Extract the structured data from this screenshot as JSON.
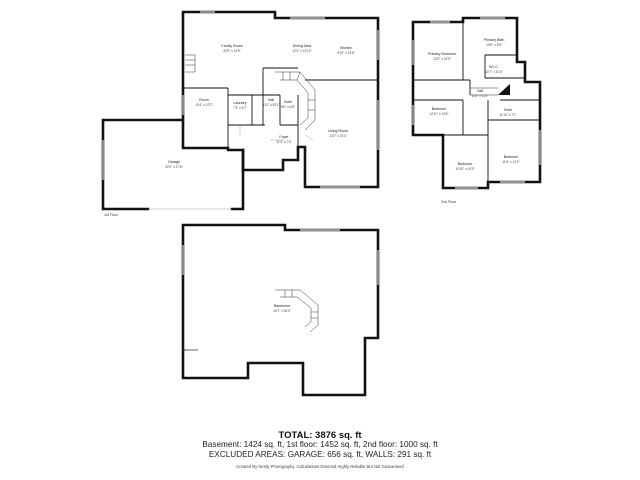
{
  "floors": {
    "first": {
      "label": "1st Floor",
      "rooms": [
        {
          "id": "family",
          "name": "Family Room",
          "dims": "22'9\" x 16'5\""
        },
        {
          "id": "dining",
          "name": "Dining Area",
          "dims": "12'2\" x 13'10\""
        },
        {
          "id": "kitchen",
          "name": "Kitchen",
          "dims": "9'10\" x 13'6\""
        },
        {
          "id": "room",
          "name": "Room",
          "dims": "10'4\" x 12'2\""
        },
        {
          "id": "laundry",
          "name": "Laundry",
          "dims": "7'3\" x 5'7\""
        },
        {
          "id": "hall",
          "name": "Hall",
          "dims": "3'11\" x 8'11\""
        },
        {
          "id": "bath",
          "name": "Bath",
          "dims": "5'6\" x 6'8\""
        },
        {
          "id": "foyer",
          "name": "Foyer",
          "dims": "11'4\" x 7'6\""
        },
        {
          "id": "living",
          "name": "Living Room",
          "dims": "14'2\" x 24'4\""
        },
        {
          "id": "garage",
          "name": "Garage",
          "dims": "30'2\" x 27'6\""
        }
      ]
    },
    "second": {
      "label": "2nd Floor",
      "rooms": [
        {
          "id": "primary_bed",
          "name": "Primary Bedroom",
          "dims": "13'3\" x 15'3\""
        },
        {
          "id": "primary_bath",
          "name": "Primary Bath",
          "dims": "10'5\" x 9'5\""
        },
        {
          "id": "wic",
          "name": "W.I.C.",
          "dims": "10'7\" x 4'10\""
        },
        {
          "id": "hall2",
          "name": "Hall",
          "dims": "11'6\" x 11'4\""
        },
        {
          "id": "bed_a",
          "name": "Bedroom",
          "dims": "12'11\" x 10'8\""
        },
        {
          "id": "bath2",
          "name": "Bath",
          "dims": "11'10\" x 7'1\""
        },
        {
          "id": "bed_b",
          "name": "Bedroom",
          "dims": "10'10\" x 10'9\""
        },
        {
          "id": "bed_c",
          "name": "Bedroom",
          "dims": "11'6\" x 13'0\""
        }
      ]
    },
    "basement": {
      "label": "Basement",
      "rooms": [
        {
          "id": "basement",
          "name": "Basement",
          "dims": "44'7\" x 36'3\""
        }
      ]
    }
  },
  "summary": {
    "total": "TOTAL: 3876 sq. ft",
    "areas": "Basement: 1424 sq. ft, 1st floor: 1452 sq. ft, 2nd floor: 1000 sq. ft",
    "excluded": "EXCLUDED AREAS: GARAGE: 656 sq. ft, WALLS: 291 sq. ft",
    "credit": "Created By Nerdy Photography. Calculations Deemed Highly Reliable But Not Guaranteed"
  }
}
